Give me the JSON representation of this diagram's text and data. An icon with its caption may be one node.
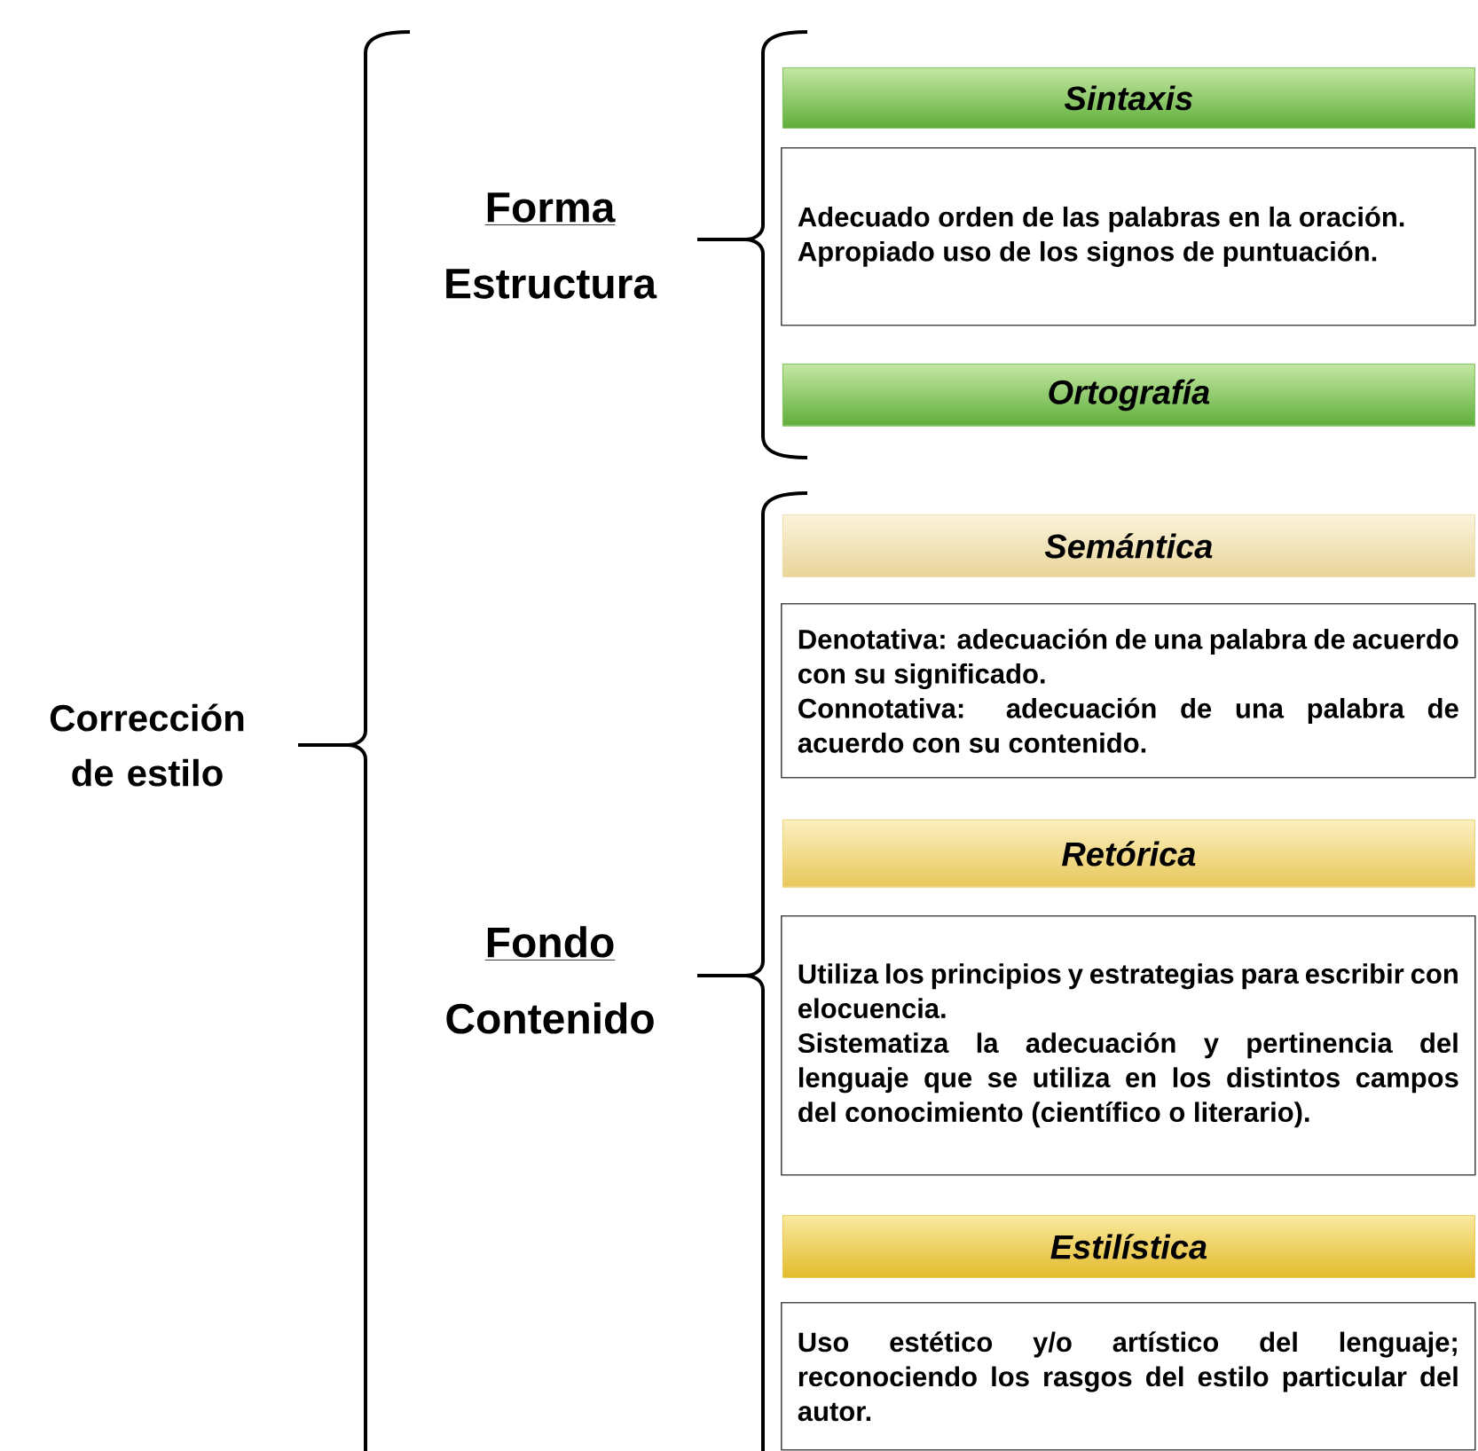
{
  "diagram": {
    "nodes": [
      {
        "text": [
          "Sintaxis"
        ]
      },
      {
        "text": [
          "Adecuado orden de las palabras en la oración.",
          "Apropiado uso de los signos de puntuación."
        ]
      },
      {
        "text": [
          "Ortografía"
        ]
      },
      {
        "text": [
          "Semántica"
        ]
      },
      {
        "text": [
          "Denotativa: adecuación de una palabra de acuerdo con su significado.",
          "Connotativa: adecuación de una palabra de acuerdo con su contenido."
        ]
      },
      {
        "text": [
          "Retórica"
        ]
      },
      {
        "text": [
          "Utiliza los principios y estrategias para escribir con elocuencia.",
          "Sistematiza la adecuación y pertinencia del lenguaje que se utiliza en los distintos campos del conocimiento (científico o literario)."
        ]
      },
      {
        "text": [
          "Estilística"
        ]
      },
      {
        "text": [
          "Uso estético y/o artístico del lenguaje; reconociendo los rasgos del estilo particular del autor."
        ]
      }
    ],
    "labels": [
      "Forma",
      "Estructura",
      "Corrección de estilo",
      "Fondo",
      "Contenido"
    ]
  }
}
